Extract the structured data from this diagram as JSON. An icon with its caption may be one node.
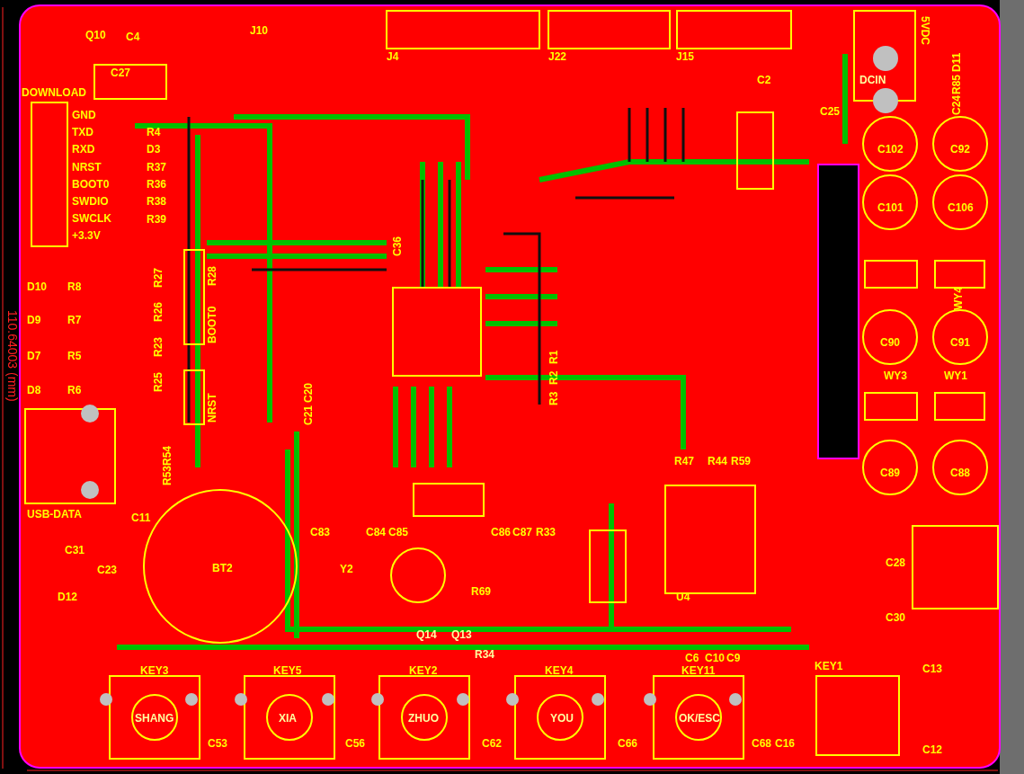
{
  "diagram": {
    "labels": [
      "Q10",
      "C4",
      "J10",
      "C27",
      "DOWNLOAD",
      "GND",
      "TXD",
      "RXD",
      "NRST",
      "BOOT0",
      "SWDIO",
      "SWCLK",
      "+3.3V",
      "R4",
      "D3",
      "R37",
      "R36",
      "R38",
      "R39",
      "J4",
      "J22",
      "J15",
      "5VDC",
      "C2",
      "C25",
      "D11",
      "R85",
      "C24",
      "C102",
      "C92",
      "C101",
      "C106",
      "C36",
      "D10",
      "R8",
      "D9",
      "R7",
      "D7",
      "R5",
      "D8",
      "R6",
      "R27",
      "R26",
      "R23",
      "R25",
      "R28",
      "BOOT0",
      "NRST",
      "USB-DATA",
      "R53R54",
      "C11",
      "C21",
      "C20",
      "WY4",
      "C90",
      "C91",
      "WY3",
      "WY1",
      "C89",
      "C88",
      "R1",
      "R2",
      "R3",
      "R47",
      "R44",
      "R59",
      "C83",
      "C84",
      "C85",
      "C86",
      "C87",
      "R33",
      "C31",
      "C23",
      "D12",
      "BT2",
      "Y2",
      "R69",
      "Q14",
      "Q13",
      "R34",
      "U4",
      "C6",
      "C10",
      "C9",
      "C28",
      "C30",
      "KEY3",
      "KEY5",
      "KEY2",
      "KEY4",
      "KEY11",
      "KEY1",
      "C13",
      "C12",
      "C53",
      "C56",
      "C62",
      "C66",
      "C68",
      "C16",
      "SHANG",
      "XIA",
      "ZHUO",
      "YOU",
      "OK/ESC",
      "DCIN",
      "110.64003 (mm)"
    ]
  }
}
